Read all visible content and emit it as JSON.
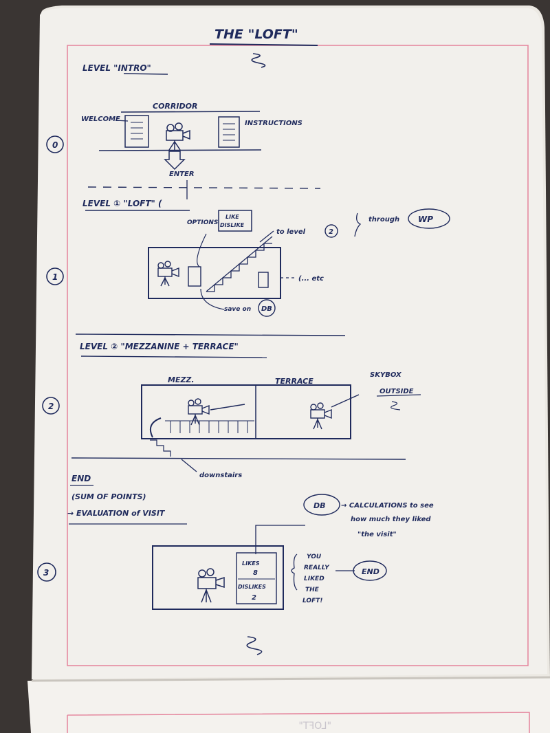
{
  "colors": {
    "background": "#3a3533",
    "paper": "#f2f0ec",
    "margin_line": "#e58aa0",
    "ink": "#1f2a5c"
  },
  "page": {
    "title": "THE \"LOFT\""
  },
  "intro": {
    "heading": "LEVEL \"INTRO\"",
    "number": "0",
    "corridor": "CORRIDOR",
    "welcome": "WELCOME",
    "instructions": "INSTRUCTIONS",
    "enter": "ENTER"
  },
  "level1": {
    "heading": "LEVEL ① \"LOFT\" (",
    "number": "1",
    "options": "OPTIONS",
    "like": "LIKE",
    "dislike": "DISLIKE",
    "to_level": "to level",
    "to_level_num": "2",
    "through": "through",
    "wp": "WP",
    "etc": "(... etc",
    "save_on": "save on",
    "db": "DB"
  },
  "level2": {
    "heading": "LEVEL ② \"MEZZANINE + TERRACE\"",
    "number": "2",
    "mezz": "MEZZ.",
    "terrace": "TERRACE",
    "skybox": "SKYBOX",
    "outside": "OUTSIDE",
    "downstairs": "downstairs"
  },
  "end": {
    "heading": "END",
    "sum": "(SUM OF POINTS)",
    "evaluation": "→ EVALUATION of VISIT",
    "number": "3",
    "db": "DB",
    "calc_line1": "→ CALCULATIONS to see",
    "calc_line2": "how much they liked",
    "calc_line3": "\"the visit\"",
    "likes": "LIKES",
    "likes_num": "8",
    "dislikes": "DISLIKES",
    "dislikes_num": "2",
    "msg_line1": "YOU",
    "msg_line2": "REALLY",
    "msg_line3": "LIKED",
    "msg_line4": "THE",
    "msg_line5": "LOFT!",
    "end_label": "END"
  },
  "next_page": {
    "mirrored_title": "\"LOFT\""
  }
}
